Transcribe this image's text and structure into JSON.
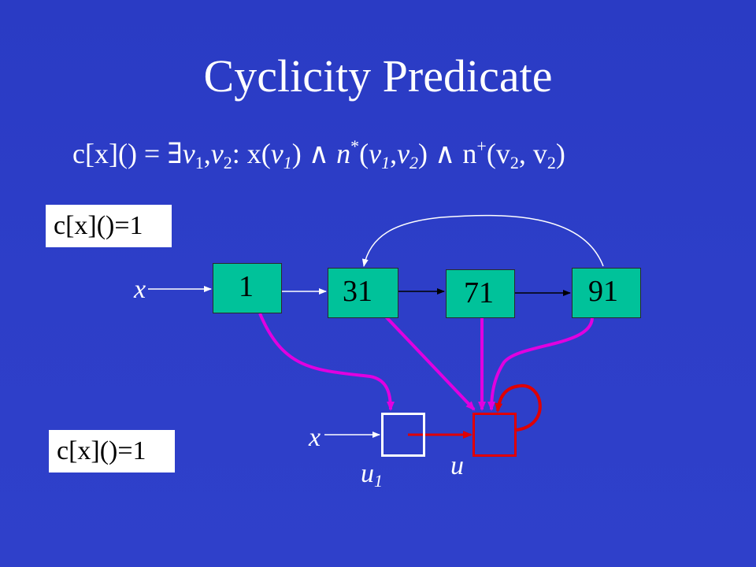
{
  "slide": {
    "title": "Cyclicity Predicate",
    "formula": {
      "lhs": "c[x]() = ",
      "exists": "∃",
      "vars_v": "v",
      "sub1": "1",
      "comma": ",",
      "sub2": "2",
      "colon": ": x(",
      "and": "∧",
      "n_star": "n",
      "star": "*",
      "n_plus": "n",
      "plus": "+",
      "v_plain": "v"
    },
    "label_top": "c[x]()=1",
    "label_bottom": "c[x]()=1"
  },
  "concrete_list": {
    "pointer": "x",
    "nodes": [
      "1",
      "31",
      "71",
      "91"
    ]
  },
  "abstract_list": {
    "pointer": "x",
    "summary_u1_name": "u",
    "summary_u1_sub": "1",
    "summary_u_name": "u"
  },
  "colors": {
    "background": "#2d3ec8",
    "node_fill": "#00c29a",
    "mapping_edge": "#e000e0",
    "summary_node": "#e00000",
    "text": "#ffffff"
  }
}
